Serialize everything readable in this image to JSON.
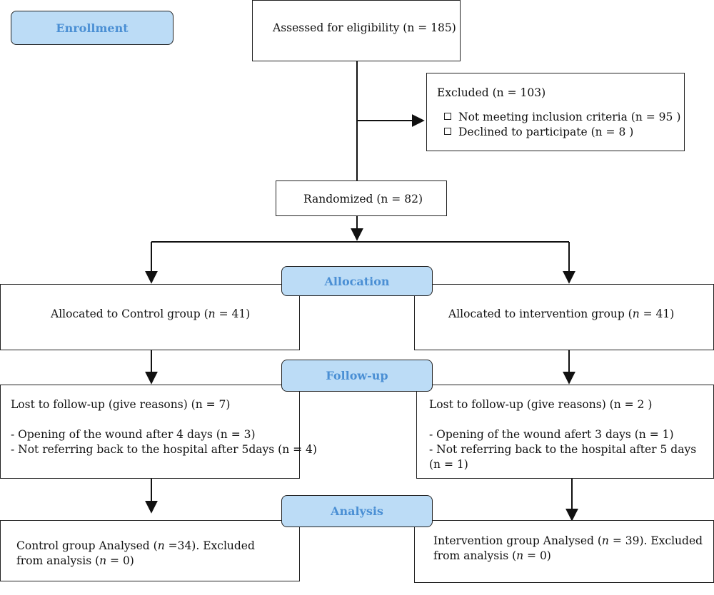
{
  "stages": {
    "enrollment": "Enrollment",
    "allocation": "Allocation",
    "followup": "Follow-up",
    "analysis": "Analysis"
  },
  "assessed": "Assessed for eligibility (n = 185)",
  "excluded": {
    "title": "Excluded  (n = 103)",
    "items": [
      "Not meeting inclusion criteria (n = 95 )",
      "Declined to participate (n = 8 )"
    ]
  },
  "randomized": "Randomized (n = 82)",
  "allocated_control": {
    "prefix": "Allocated to Control group (",
    "n": "n",
    "suffix": " = 41)"
  },
  "allocated_intervention": {
    "prefix": "Allocated to intervention group (",
    "n": "n",
    "suffix": " = 41)"
  },
  "lost_control": {
    "title": "Lost to follow-up (give reasons) (n = 7)",
    "lines": [
      "- Opening of the wound after 4 days (n = 3)",
      "- Not referring back to the hospital after 5days  (n = 4)"
    ]
  },
  "lost_intervention": {
    "title": "Lost to follow-up (give reasons) (n = 2 )",
    "lines": [
      "- Opening of the wound  afert 3 days (n = 1)",
      "- Not referring back to the hospital  after 5 days",
      " (n = 1)"
    ]
  },
  "analysed_control": {
    "prefix": "Control group Analysed (",
    "n": "n",
    "mid": " =34). Excluded",
    "line2_prefix": "from analysis (",
    "n2": "n",
    "line2_suffix": " = 0)"
  },
  "analysed_intervention": {
    "prefix": "Intervention group Analysed (",
    "n": "n",
    "mid": " = 39). Excluded",
    "line2_prefix": "from analysis (",
    "n2": "n",
    "line2_suffix": " = 0)"
  }
}
